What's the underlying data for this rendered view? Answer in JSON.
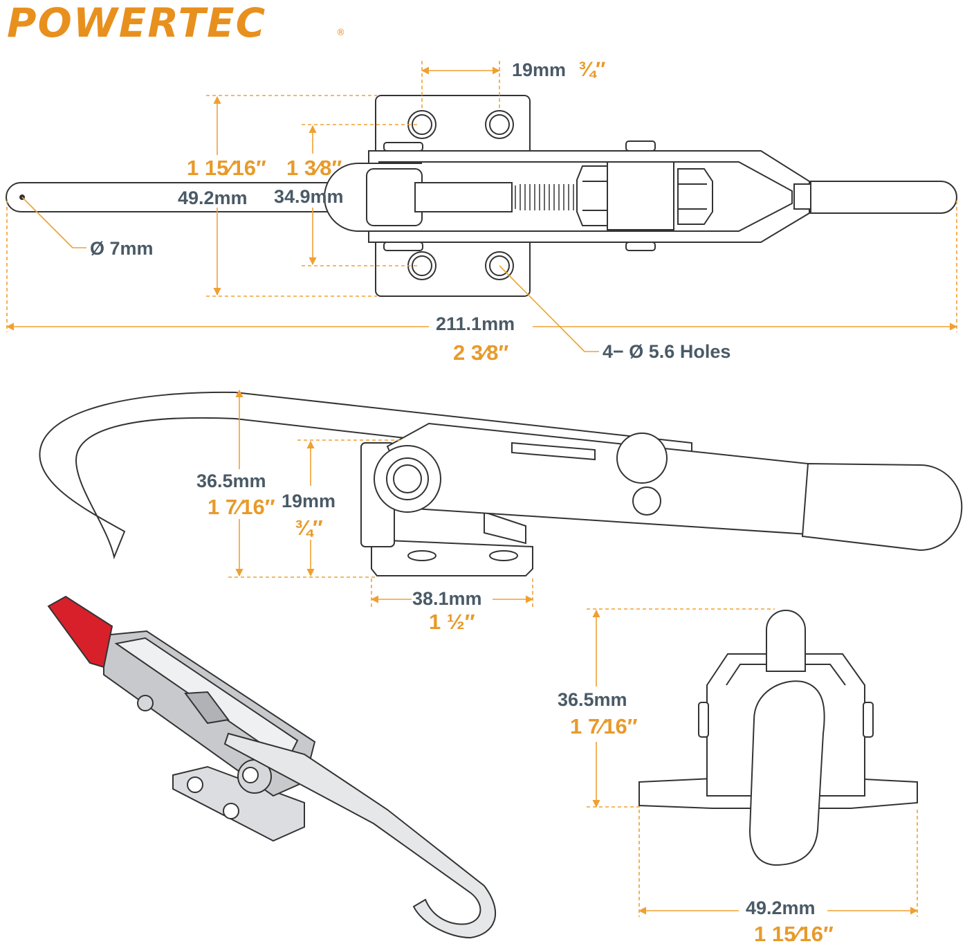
{
  "brand": {
    "name": "POWERTEC",
    "reg": "®",
    "accent_color": "#e8901e"
  },
  "colors": {
    "dimension_line": "#f0a030",
    "dimension_text": "#4a5a66",
    "fraction_text": "#e89a2a",
    "outline": "#333333",
    "handle_grip": "#d8202a"
  },
  "top_view": {
    "hole_spacing_mm": "19mm",
    "hole_spacing_in": "¾″",
    "outer_height_in": "1 15⁄16″",
    "outer_height_mm": "49.2mm",
    "inner_height_in": "1 3⁄8″",
    "inner_height_mm": "34.9mm",
    "rod_diameter": "Ø 7mm",
    "overall_length_mm": "211.1mm",
    "overall_length_in": "2 3⁄8″",
    "holes_note": "4− Ø 5.6 Holes"
  },
  "side_view": {
    "height_mm": "36.5mm",
    "height_in": "1 7⁄16″",
    "pivot_height_mm": "19mm",
    "pivot_height_in": "¾″",
    "base_length_mm": "38.1mm",
    "base_length_in": "1 ½″"
  },
  "end_view": {
    "height_mm": "36.5mm",
    "height_in": "1 7⁄16″",
    "width_mm": "49.2mm",
    "width_in": "1 15⁄16″"
  }
}
